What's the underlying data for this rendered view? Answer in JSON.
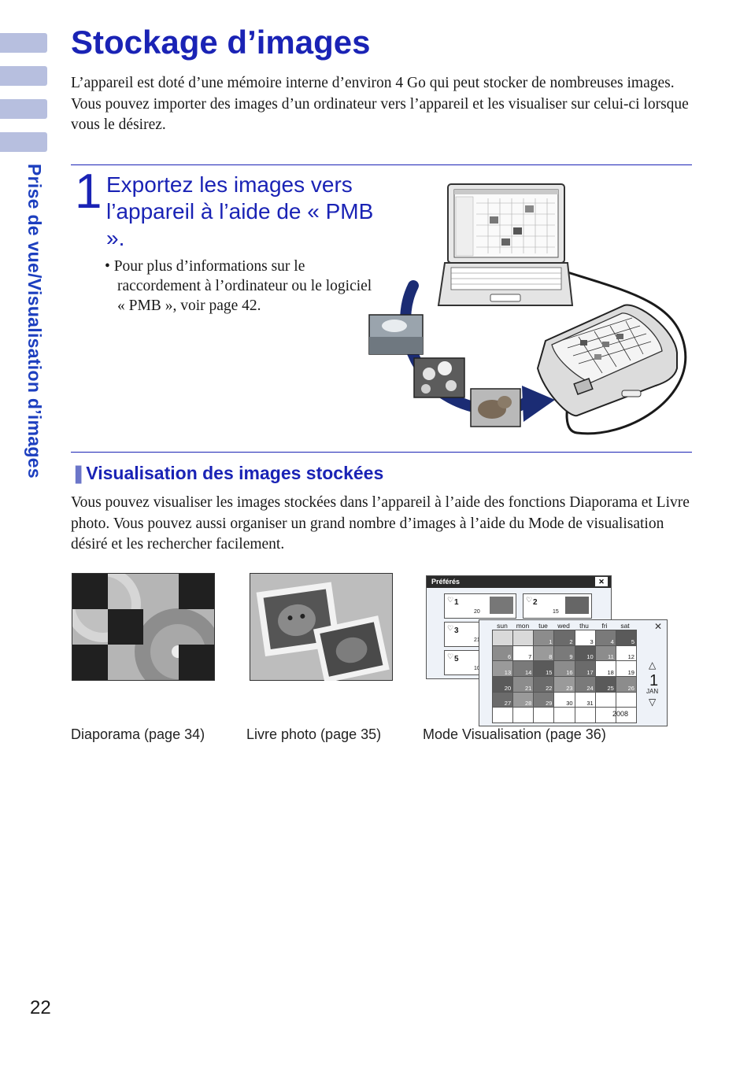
{
  "sidebar": {
    "section_title": "Prise de vue/Visualisation d’images"
  },
  "title": "Stockage d’images",
  "intro": "L’appareil est doté d’une mémoire interne d’environ 4 Go qui peut stocker de nombreuses images. Vous pouvez importer des images d’un ordinateur vers l’appareil et les visualiser sur celui-ci lorsque vous le désirez.",
  "step": {
    "number": "1",
    "title": "Exportez les images vers l’appareil à l’aide de « PMB ».",
    "note": "• Pour plus d’informations sur le raccordement à l’ordinateur ou le logiciel « PMB », voir page 42."
  },
  "section": {
    "marker": "❚",
    "heading": "Visualisation des images stockées",
    "body": "Vous pouvez visualiser les images stockées dans l’appareil à l’aide des fonctions Diaporama et Livre photo. Vous pouvez aussi organiser un grand nombre d’images à l’aide du Mode de visualisation désiré et les rechercher facilement."
  },
  "favorites_screen": {
    "title": "Préférés",
    "close": "✕",
    "items": [
      {
        "num": "1",
        "count": "20"
      },
      {
        "num": "2",
        "count": "15"
      },
      {
        "num": "3",
        "count": "21"
      },
      {
        "num": "5",
        "count": "10"
      }
    ]
  },
  "calendar_screen": {
    "days": [
      "sun",
      "mon",
      "tue",
      "wed",
      "thu",
      "fri",
      "sat"
    ],
    "dates": [
      "",
      "",
      "1",
      "2",
      "3",
      "4",
      "5",
      "6",
      "7",
      "8",
      "9",
      "10",
      "11",
      "12",
      "13",
      "14",
      "15",
      "16",
      "17",
      "18",
      "19",
      "20",
      "21",
      "22",
      "23",
      "24",
      "25",
      "26",
      "27",
      "28",
      "29",
      "30",
      "31",
      "",
      "",
      "",
      "",
      "",
      "",
      "",
      "",
      ""
    ],
    "photo_days": [
      "1",
      "2",
      "4",
      "5",
      "6",
      "8",
      "9",
      "10",
      "11",
      "13",
      "14",
      "15",
      "16",
      "17",
      "20",
      "21",
      "22",
      "23",
      "24",
      "25",
      "26",
      "27",
      "28",
      "29"
    ],
    "close": "✕",
    "up": "△",
    "month_num": "1",
    "month_name": "JAN",
    "down": "▽",
    "year": "2008"
  },
  "captions": [
    "Diaporama (page 34)",
    "Livre photo (page 35)",
    "Mode Visualisation (page 36)"
  ],
  "page_number": "22"
}
